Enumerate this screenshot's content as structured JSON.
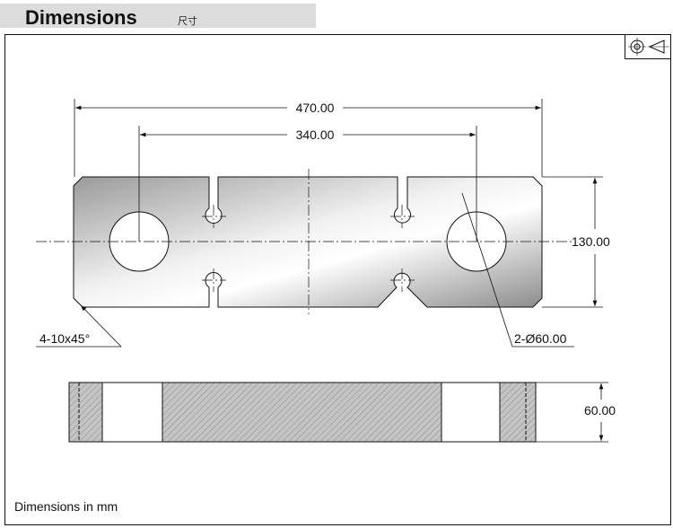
{
  "header": {
    "title": "Dimensions",
    "subtitle": "尺寸"
  },
  "view_icons": [
    "target-icon",
    "cone-projection-icon"
  ],
  "dimensions": {
    "overall_length": "470.00",
    "hole_spacing": "340.00",
    "height": "130.00",
    "holes": "2-Ø60.00",
    "chamfer": "4-10x45°",
    "thickness": "60.00"
  },
  "footer": {
    "units_note": "Dimensions in mm"
  }
}
